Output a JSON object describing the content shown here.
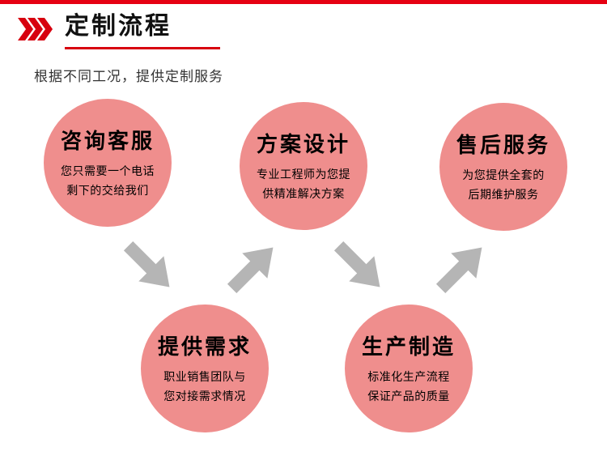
{
  "header": {
    "title": "定制流程",
    "accent_color": "#d7000f",
    "top_bar_color": "#e60012",
    "chevrons_icon": "triple-chevron-right-icon"
  },
  "intro": {
    "text": "根据不同工况，提供定制服务"
  },
  "steps": [
    {
      "title": "咨询客服",
      "desc_lines": [
        "您只需要一个电话",
        "剩下的交给我们"
      ]
    },
    {
      "title": "方案设计",
      "desc_lines": [
        "专业工程师为您提",
        "供精准解决方案"
      ]
    },
    {
      "title": "售后服务",
      "desc_lines": [
        "为您提供全套的",
        "后期维护服务"
      ]
    },
    {
      "title": "提供需求",
      "desc_lines": [
        "职业销售团队与",
        "您对接需求情况"
      ]
    },
    {
      "title": "生产制造",
      "desc_lines": [
        "标准化生产流程",
        "保证产品的质量"
      ]
    }
  ],
  "flow": {
    "arrow_color": "#b5b5b5",
    "arrows": [
      {
        "from": "咨询客服",
        "to": "提供需求",
        "direction": "down-right"
      },
      {
        "from": "提供需求",
        "to": "方案设计",
        "direction": "up-right"
      },
      {
        "from": "方案设计",
        "to": "生产制造",
        "direction": "down-right"
      },
      {
        "from": "生产制造",
        "to": "售后服务",
        "direction": "up-right"
      }
    ]
  },
  "colors": {
    "circle_fill": "#ef8e8d",
    "text": "#000000"
  }
}
